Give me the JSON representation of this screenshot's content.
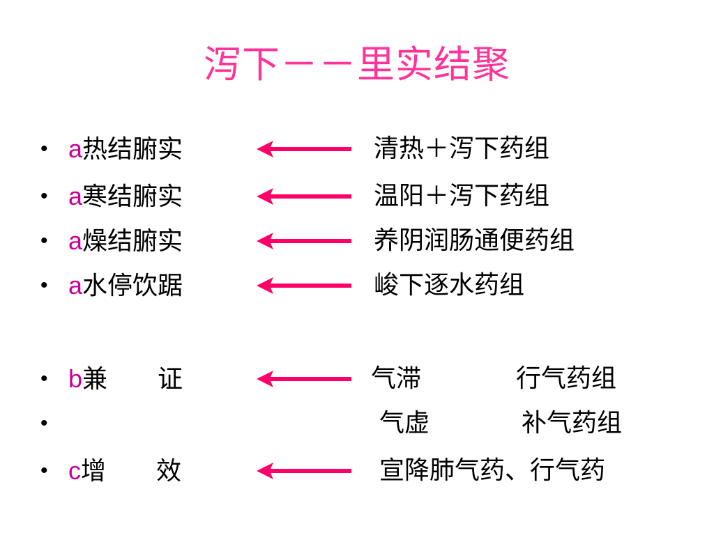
{
  "title": "泻下－－里实结聚",
  "colors": {
    "title": "#ff3399",
    "arrow": "#ff0066",
    "prefix": "#cc0099",
    "text": "#000000"
  },
  "bullet_glyph": "•",
  "arrow_icon": "left-arrow-icon",
  "rows": [
    {
      "prefix": "a",
      "label": "热结腑实",
      "right": "清热＋泻下药组",
      "right_extra": "",
      "arrow": true
    },
    {
      "prefix": "a",
      "label": "寒结腑实",
      "right": "温阳＋泻下药组",
      "right_extra": "",
      "arrow": true
    },
    {
      "prefix": "a",
      "label": "燥结腑实",
      "right": "养阴润肠通便药组",
      "right_extra": "",
      "arrow": true
    },
    {
      "prefix": "a",
      "label": "水停饮踞",
      "right": "峻下逐水药组",
      "right_extra": "",
      "arrow": true
    },
    {
      "prefix": "b",
      "label": "兼　　证",
      "right": "气滞",
      "right_extra": "行气药组",
      "arrow": true
    },
    {
      "prefix": "",
      "label": "",
      "right": "气虚",
      "right_extra": "补气药组",
      "arrow": false
    },
    {
      "prefix": "c",
      "label": "增　　效",
      "right": "宣降肺气药、行气药",
      "right_extra": "",
      "arrow": true
    }
  ]
}
